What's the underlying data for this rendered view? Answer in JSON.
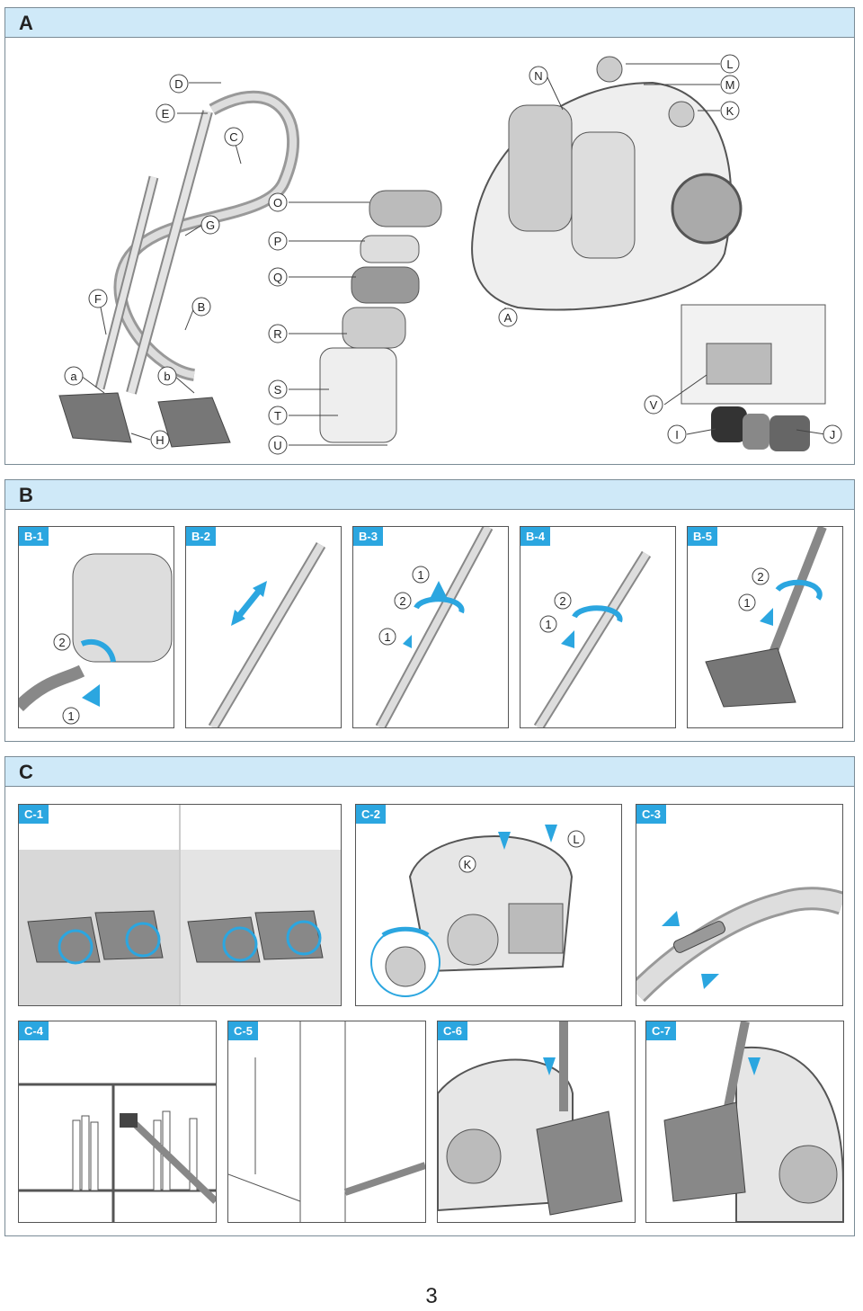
{
  "sections": {
    "a": {
      "title": "A"
    },
    "b": {
      "title": "B"
    },
    "c": {
      "title": "C"
    }
  },
  "labels_a": {
    "D": "D",
    "E": "E",
    "C": "C",
    "G": "G",
    "F": "F",
    "B": "B",
    "a": "a",
    "b": "b",
    "H": "H",
    "O": "O",
    "P": "P",
    "Q": "Q",
    "R": "R",
    "S": "S",
    "T": "T",
    "U": "U",
    "N": "N",
    "L": "L",
    "M": "M",
    "K": "K",
    "A": "A",
    "V": "V",
    "I": "I",
    "J": "J"
  },
  "steps_b": [
    "B-1",
    "B-2",
    "B-3",
    "B-4",
    "B-5"
  ],
  "steps_c": [
    "C-1",
    "C-2",
    "C-3",
    "C-4",
    "C-5",
    "C-6",
    "C-7"
  ],
  "markers": {
    "one": "1",
    "two": "2"
  },
  "c2_labels": {
    "K": "K",
    "L": "L"
  },
  "page_number": "3",
  "colors": {
    "accent": "#2ba6e0",
    "header_bg": "#cfe9f8"
  }
}
